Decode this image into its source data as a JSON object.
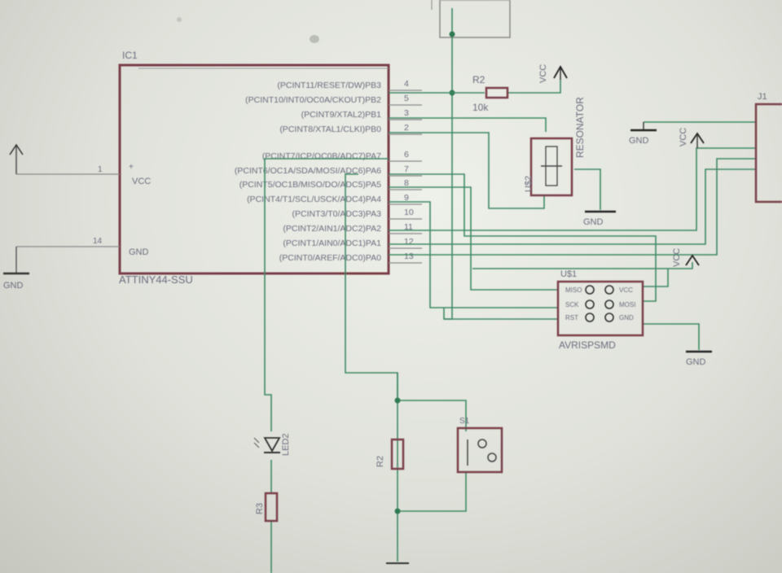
{
  "ic1": {
    "ref": "IC1",
    "part": "ATTINY44-SSU",
    "vcc_label": "VCC",
    "gnd_label": "GND",
    "vcc_pin": "1",
    "gnd_pin": "14",
    "pins": [
      {
        "num": "4",
        "name": "(PCINT11/RESET/DW)PB3"
      },
      {
        "num": "5",
        "name": "(PCINT10/INT0/OC0A/CKOUT)PB2"
      },
      {
        "num": "3",
        "name": "(PCINT9/XTAL2)PB1"
      },
      {
        "num": "2",
        "name": "(PCINT8/XTAL1/CLKI)PB0"
      },
      {
        "num": "6",
        "name": "(PCINT7/ICP/OC0B/ADC7)PA7"
      },
      {
        "num": "7",
        "name": "(PCINT6/OC1A/SDA/MOSI/ADC6)PA6"
      },
      {
        "num": "8",
        "name": "(PCINT5/OC1B/MISO/DO/ADC5)PA5"
      },
      {
        "num": "9",
        "name": "(PCINT4/T1/SCL/USCK/ADC4)PA4"
      },
      {
        "num": "10",
        "name": "(PCINT3/T0/ADC3)PA3"
      },
      {
        "num": "11",
        "name": "(PCINT2/AIN1/ADC2)PA2"
      },
      {
        "num": "12",
        "name": "(PCINT1/AIN0/ADC1)PA1"
      },
      {
        "num": "13",
        "name": "(PCINT0/AREF/ADC0)PA0"
      }
    ]
  },
  "r2": {
    "ref": "R2",
    "value": "10k"
  },
  "resonator": {
    "ref": "U$2",
    "name": "RESONATOR"
  },
  "isp": {
    "ref": "U$1",
    "name": "AVRISPSMD",
    "left_pins": [
      "MISO",
      "SCK",
      "RST"
    ],
    "right_pins": [
      "VCC",
      "MOSI",
      "GND"
    ]
  },
  "led": {
    "ref": "LED2"
  },
  "r_led": {
    "ref": "R3"
  },
  "r_btn": {
    "ref": "R2"
  },
  "button": {
    "ref": "S1"
  },
  "connector": {
    "ref": "J1"
  },
  "vcc_label": "VCC",
  "gnd_label": "GND"
}
